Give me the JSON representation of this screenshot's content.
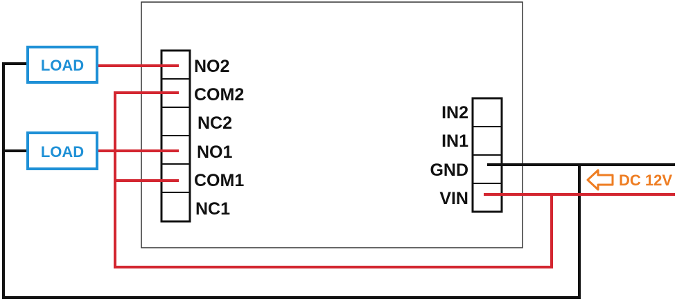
{
  "colors": {
    "wire_red": "#d32630",
    "wire_black": "#111111",
    "load_blue": "#1e90d6",
    "supply_orange": "#ee7d22",
    "board_border": "#333333"
  },
  "loads": [
    {
      "label": "LOAD"
    },
    {
      "label": "LOAD"
    }
  ],
  "relay_terminals": [
    "NO2",
    "COM2",
    "NC2",
    "NO1",
    "COM1",
    "NC1"
  ],
  "input_terminals": [
    "IN2",
    "IN1",
    "GND",
    "VIN"
  ],
  "supply": {
    "label": "DC 12V",
    "arrow_icon": "arrow-left-icon"
  }
}
